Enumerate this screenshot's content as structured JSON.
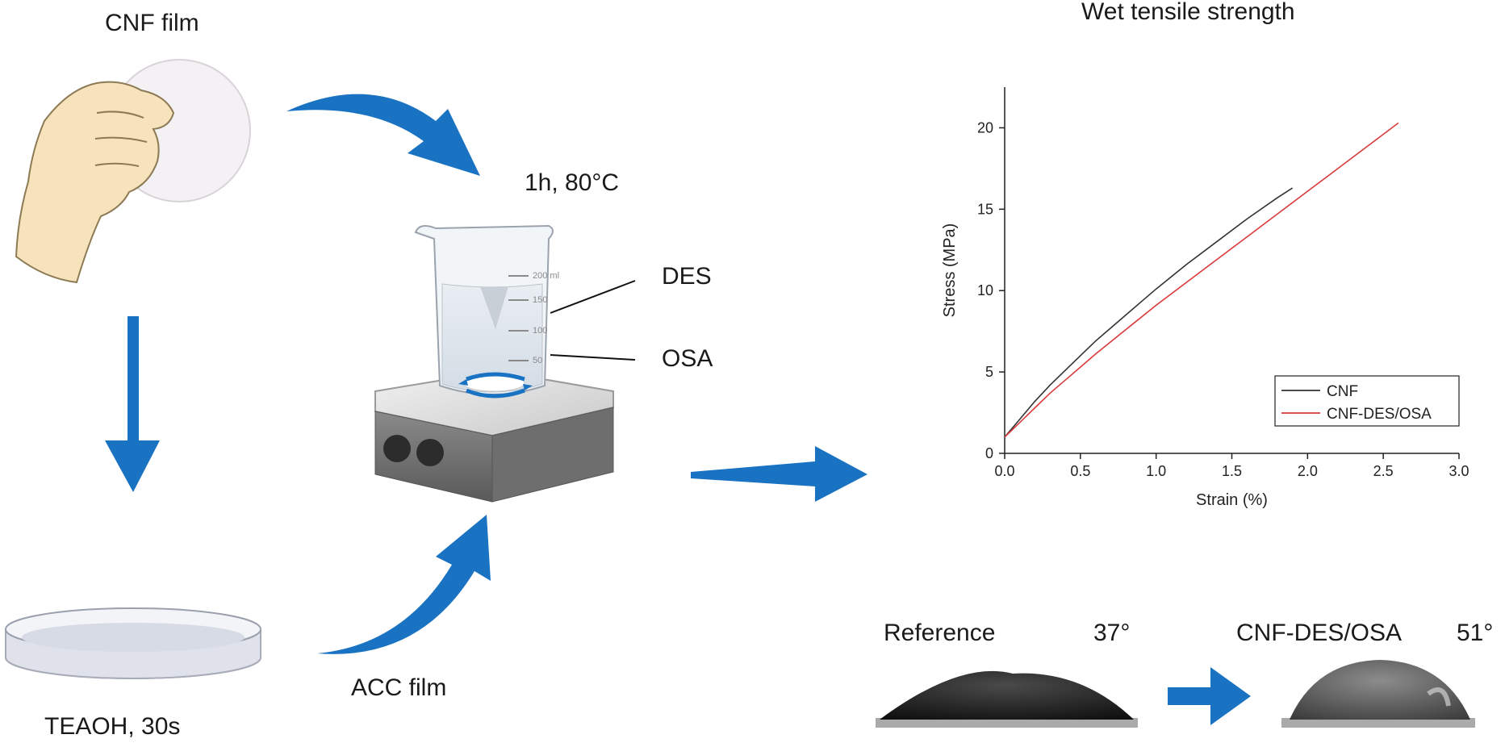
{
  "labels": {
    "cnf_film": "CNF film",
    "teaoh": "TEAOH, 30s",
    "acc_film": "ACC film",
    "conditions": "1h, 80°C",
    "des": "DES",
    "osa": "OSA",
    "chart_title": "Wet tensile strength",
    "reference": "Reference",
    "reference_angle": "37°",
    "treated": "CNF-DES/OSA",
    "treated_angle": "51°"
  },
  "beaker": {
    "marks": [
      "200 ml",
      "150",
      "100",
      "50"
    ]
  },
  "colors": {
    "arrow": "#1a73c2",
    "cnf_line": "#333333",
    "treated_line": "#d93a3a",
    "skin": "#f6e2bb",
    "skin_outline": "#8c7a55"
  },
  "chart_data": {
    "type": "line",
    "title": "Wet tensile strength",
    "xlabel": "Strain (%)",
    "ylabel": "Stress (MPa)",
    "xlim": [
      0,
      3.0
    ],
    "ylim": [
      0,
      22.5
    ],
    "xticks": [
      "0.0",
      "0.5",
      "1.0",
      "1.5",
      "2.0",
      "2.5",
      "3.0"
    ],
    "yticks": [
      "0",
      "5",
      "10",
      "15",
      "20"
    ],
    "legend_position": "bottom-right",
    "series": [
      {
        "name": "CNF",
        "color": "#333333",
        "x": [
          0,
          0.1,
          0.2,
          0.3,
          0.4,
          0.5,
          0.6,
          0.7,
          0.8,
          0.9,
          1.0,
          1.2,
          1.4,
          1.6,
          1.8,
          1.9
        ],
        "y": [
          1.0,
          2.1,
          3.2,
          4.2,
          5.1,
          6.0,
          6.9,
          7.7,
          8.5,
          9.3,
          10.1,
          11.6,
          13.0,
          14.4,
          15.7,
          16.3
        ]
      },
      {
        "name": "CNF-DES/OSA",
        "color": "#d93a3a",
        "x": [
          0,
          0.1,
          0.2,
          0.3,
          0.4,
          0.5,
          0.6,
          0.8,
          1.0,
          1.2,
          1.4,
          1.6,
          1.8,
          2.0,
          2.2,
          2.4,
          2.6
        ],
        "y": [
          1.0,
          1.9,
          2.8,
          3.7,
          4.5,
          5.3,
          6.1,
          7.6,
          9.1,
          10.5,
          11.9,
          13.3,
          14.7,
          16.1,
          17.5,
          18.9,
          20.3
        ]
      }
    ]
  }
}
